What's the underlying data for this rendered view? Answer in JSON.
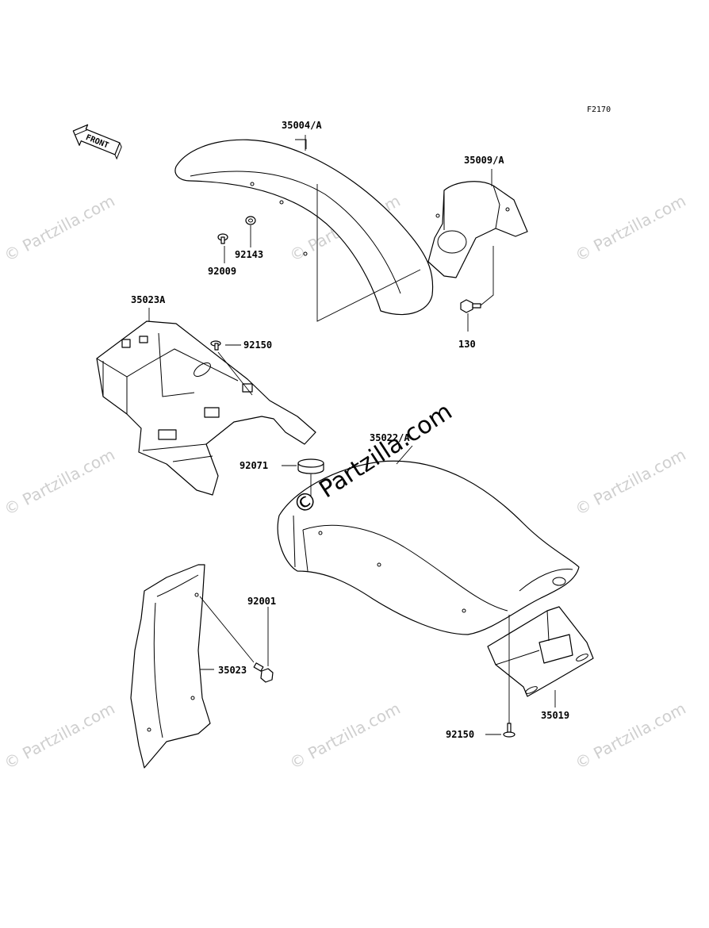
{
  "diagram": {
    "code": "F2170",
    "front_label": "FRONT",
    "watermark": "© Partzilla.com",
    "parts": [
      {
        "id": "p35004",
        "label": "35004/A"
      },
      {
        "id": "p35009",
        "label": "35009/A"
      },
      {
        "id": "p92143",
        "label": "92143"
      },
      {
        "id": "p92009",
        "label": "92009"
      },
      {
        "id": "p35023A",
        "label": "35023A"
      },
      {
        "id": "p92150a",
        "label": "92150"
      },
      {
        "id": "p130",
        "label": "130"
      },
      {
        "id": "p35022",
        "label": "35022/A"
      },
      {
        "id": "p92071",
        "label": "92071"
      },
      {
        "id": "p92001",
        "label": "92001"
      },
      {
        "id": "p35023",
        "label": "35023"
      },
      {
        "id": "p35019",
        "label": "35019"
      },
      {
        "id": "p92150b",
        "label": "92150"
      }
    ]
  }
}
